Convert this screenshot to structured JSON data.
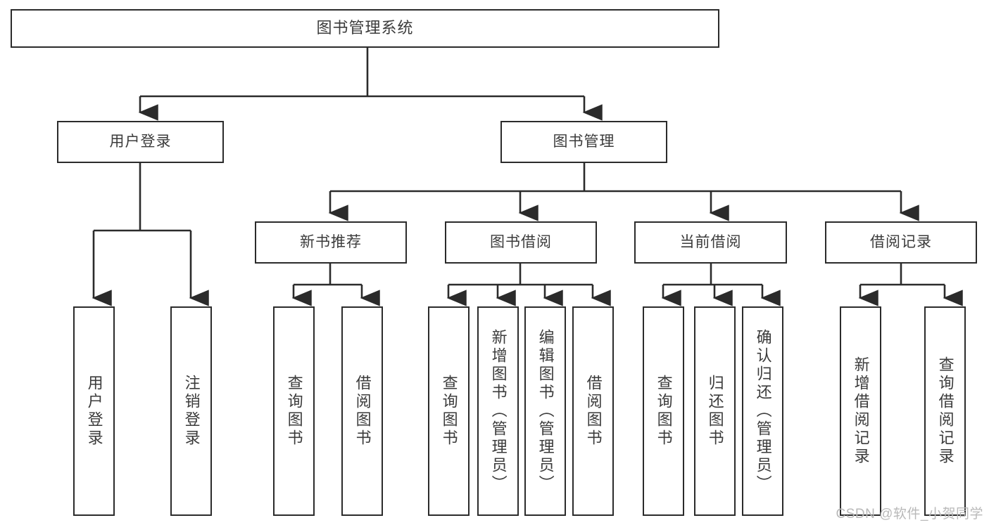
{
  "diagram": {
    "type": "hierarchy-tree",
    "title": "图书管理系统",
    "root": {
      "label": "图书管理系统"
    },
    "level2": [
      {
        "label": "用户登录"
      },
      {
        "label": "图书管理"
      }
    ],
    "level3": [
      {
        "label": "新书推荐"
      },
      {
        "label": "图书借阅"
      },
      {
        "label": "当前借阅"
      },
      {
        "label": "借阅记录"
      }
    ],
    "leaves": [
      {
        "label": "用户登录",
        "parent": "用户登录"
      },
      {
        "label": "注销登录",
        "parent": "用户登录"
      },
      {
        "label": "查询图书",
        "parent": "新书推荐"
      },
      {
        "label": "借阅图书",
        "parent": "新书推荐"
      },
      {
        "label": "查询图书",
        "parent": "图书借阅"
      },
      {
        "label": "新增图书（管理员）",
        "parent": "图书借阅"
      },
      {
        "label": "编辑图书（管理员）",
        "parent": "图书借阅"
      },
      {
        "label": "借阅图书",
        "parent": "图书借阅"
      },
      {
        "label": "查询图书",
        "parent": "当前借阅"
      },
      {
        "label": "归还图书",
        "parent": "当前借阅"
      },
      {
        "label": "确认归还（管理员）",
        "parent": "当前借阅"
      },
      {
        "label": "新增借阅记录",
        "parent": "借阅记录"
      },
      {
        "label": "查询借阅记录",
        "parent": "借阅记录"
      }
    ]
  },
  "watermark": {
    "text": "CSDN @软件_小贺同学"
  },
  "colors": {
    "border": "#2b2b2b",
    "text": "#3b3b3b",
    "background": "#ffffff",
    "watermark": "#b9b9b9"
  }
}
